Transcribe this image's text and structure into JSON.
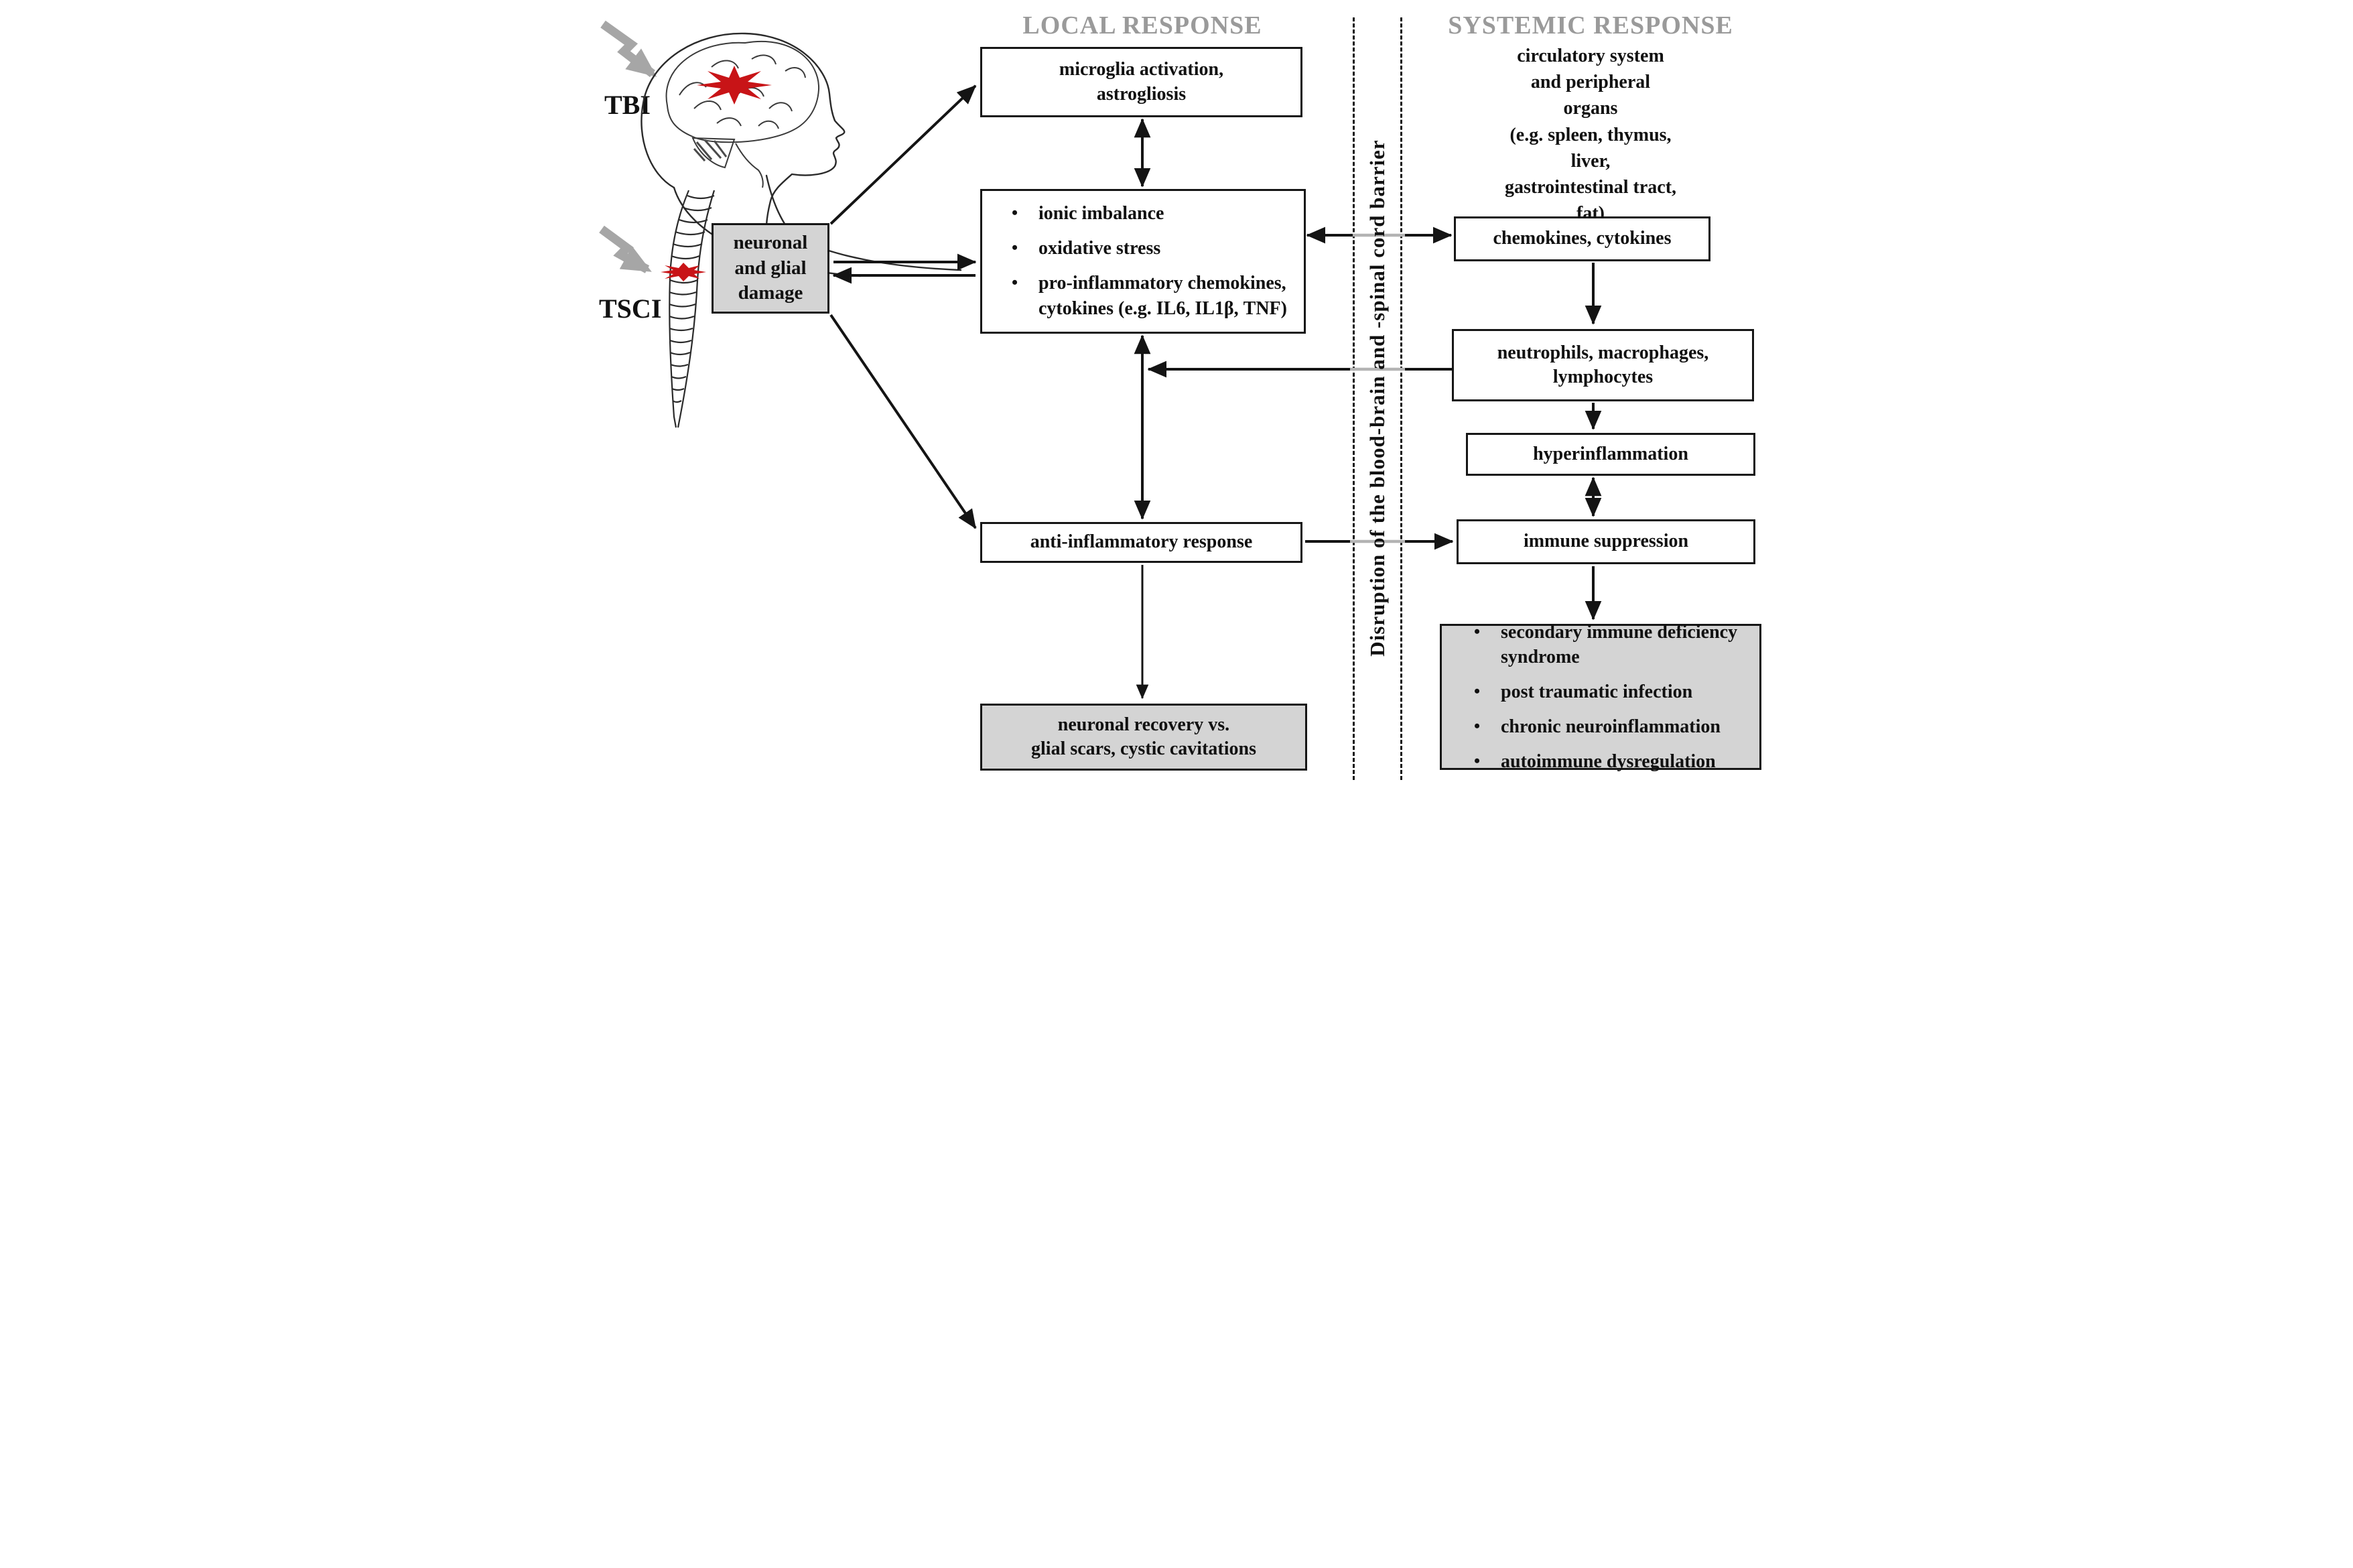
{
  "figure": {
    "headings": {
      "local": "LOCAL RESPONSE",
      "systemic": "SYSTEMIC RESPONSE"
    },
    "illustration": {
      "tbi_label": "TBI",
      "tsci_label": "TSCI",
      "lightning_icon_meaning": "traumatic impact",
      "starburst_icon_meaning": "injury site"
    },
    "barrier": {
      "text": "Disruption of the blood-brain and -spinal cord barrier"
    },
    "local": {
      "damage_box": "neuronal\nand glial\ndamage",
      "microglia_box": "microglia activation,\nastrogliosis",
      "mediators_box": {
        "items": [
          "ionic imbalance",
          "oxidative stress",
          "pro-inflammatory chemokines, cytokines (e.g. IL6, IL1β, TNF)"
        ]
      },
      "anti_inflammatory_box": "anti-inflammatory response",
      "recovery_box": "neuronal recovery vs.\nglial scars, cystic cavitations"
    },
    "systemic": {
      "circulatory_text": "circulatory system\nand peripheral organs\n(e.g. spleen, thymus, liver,\ngastrointestinal tract, fat)",
      "chemokines_box": "chemokines, cytokines",
      "neutrophils_box": "neutrophils, macrophages,\nlymphocytes",
      "hyperinflammation_box": "hyperinflammation",
      "immune_suppression_box": "immune suppression",
      "outcomes_box": {
        "items": [
          "secondary immune deficiency syndrome",
          "post traumatic infection",
          "chronic neuroinflammation",
          "autoimmune dysregulation"
        ]
      }
    },
    "colors": {
      "accent_red": "#c81417",
      "box_gray": "#d4d4d4",
      "heading_gray": "#9a9a9a",
      "bolt_gray": "#a6a6a6",
      "arrow_gray": "#b3b3b3",
      "line_black": "#141414"
    }
  }
}
